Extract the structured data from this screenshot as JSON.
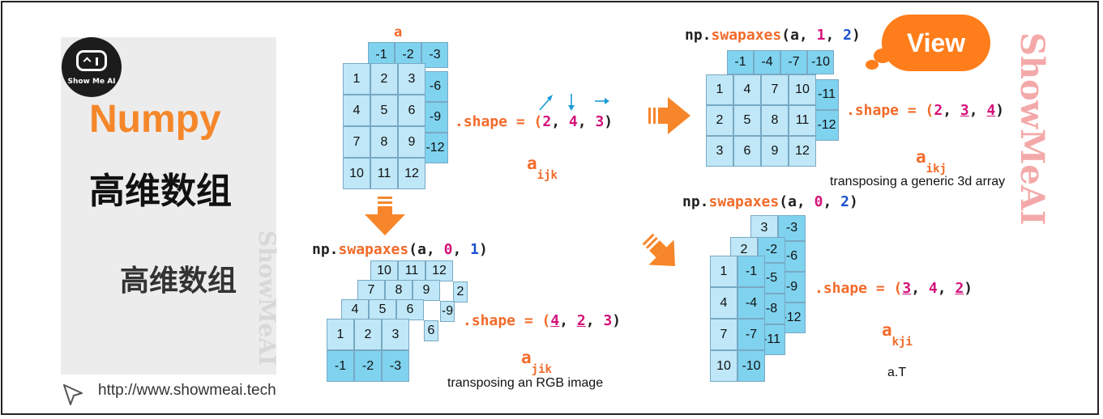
{
  "brand": {
    "logo_text": "Show Me AI",
    "title": "Numpy",
    "subtitle": "高维数组",
    "subtitle2": "高维数组",
    "watermark": "ShowMeAI",
    "url": "http://www.showmeai.tech",
    "view_label": "View"
  },
  "colors": {
    "orange": "#f26b2a",
    "cell_light": "#bfe7f7",
    "cell_dark": "#7fd3ef",
    "magenta": "#d4127a"
  },
  "original": {
    "name": "a",
    "back_layer": [
      "-1",
      "-2",
      "-3",
      "-6",
      "-9",
      "-12"
    ],
    "front": [
      [
        "1",
        "2",
        "3"
      ],
      [
        "4",
        "5",
        "6"
      ],
      [
        "7",
        "8",
        "9"
      ],
      [
        "10",
        "11",
        "12"
      ]
    ],
    "shape_prefix": ".shape = (",
    "shape": [
      "2",
      "4",
      "3"
    ],
    "symbol": "a",
    "subscript": "ijk"
  },
  "swap01": {
    "code": [
      "np.",
      "swapaxes",
      "(",
      "a",
      ", ",
      "0",
      ", ",
      "1",
      ")"
    ],
    "layers": [
      [
        "10",
        "11",
        "12",
        "2"
      ],
      [
        "7",
        "8",
        "9",
        "-9"
      ],
      [
        "4",
        "5",
        "6",
        "6"
      ]
    ],
    "front": [
      [
        "1",
        "2",
        "3"
      ],
      [
        "-1",
        "-2",
        "-3"
      ]
    ],
    "shape_prefix": ".shape = (",
    "shape": [
      "4",
      "2",
      "3"
    ],
    "symbol": "a",
    "subscript": "jik",
    "caption": "transposing an RGB image"
  },
  "swap12": {
    "code": [
      "np.",
      "swapaxes",
      "(",
      "a",
      ", ",
      "1",
      ", ",
      "2",
      ")"
    ],
    "back_layer": [
      "-1",
      "-4",
      "-7",
      "-10",
      "-11",
      "-12"
    ],
    "front": [
      [
        "1",
        "4",
        "7",
        "10"
      ],
      [
        "2",
        "5",
        "8",
        "11"
      ],
      [
        "3",
        "6",
        "9",
        "12"
      ]
    ],
    "shape_prefix": ".shape = (",
    "shape": [
      "2",
      "3",
      "4"
    ],
    "symbol": "a",
    "subscript": "ikj",
    "caption": "transposing a generic 3d array"
  },
  "swap02": {
    "code": [
      "np.",
      "swapaxes",
      "(",
      "a",
      ", ",
      "0",
      ", ",
      "2",
      ")"
    ],
    "layer_heads": [
      "3",
      "2"
    ],
    "layer_right": [
      [
        "-3",
        "-6",
        "-9",
        "-12"
      ],
      [
        "-2",
        "-5",
        "-8",
        "-11"
      ]
    ],
    "front": [
      [
        "1",
        "-1"
      ],
      [
        "4",
        "-4"
      ],
      [
        "7",
        "-7"
      ],
      [
        "10",
        "-10"
      ]
    ],
    "shape_prefix": ".shape = (",
    "shape": [
      "3",
      "4",
      "2"
    ],
    "symbol": "a",
    "subscript": "kji",
    "caption": "a.T"
  }
}
